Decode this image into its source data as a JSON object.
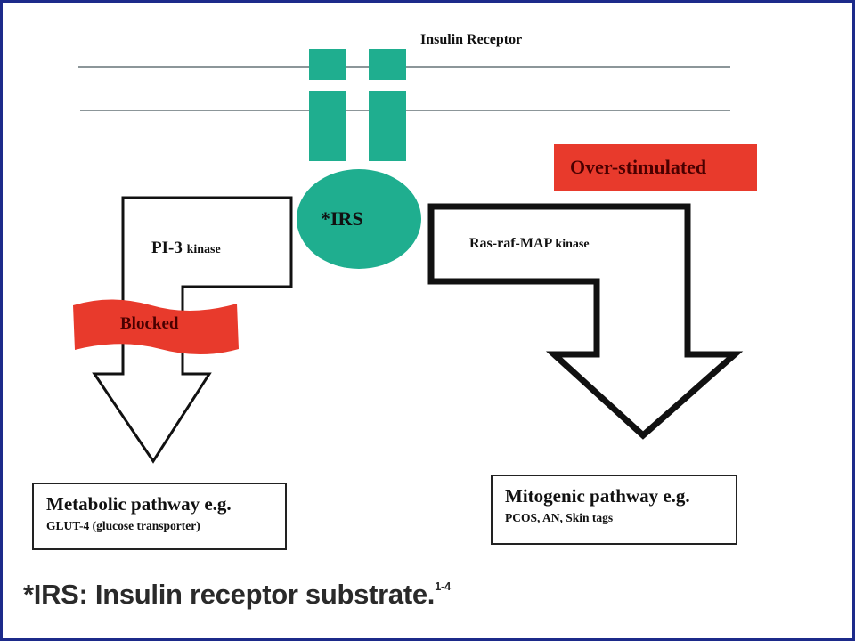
{
  "diagram": {
    "receptor_label": "Insulin Receptor",
    "irs_label": "*IRS",
    "left_pathway": {
      "label_main": "PI-3 ",
      "label_small": "kinase",
      "block_label": "Blocked"
    },
    "right_pathway": {
      "label_main": "Ras-raf-MAP ",
      "label_small": "kinase",
      "stimulus_label": "Over-stimulated"
    },
    "metabolic_box": {
      "title": "Metabolic pathway e.g.",
      "detail": "GLUT-4 (glucose transporter)"
    },
    "mitogenic_box": {
      "title": "Mitogenic pathway e.g.",
      "detail": "PCOS, AN, Skin tags"
    },
    "footnote": {
      "text": "*IRS: Insulin receptor substrate.",
      "superscript": "1-4"
    }
  },
  "colors": {
    "receptor": "#1fae8f",
    "alert_red": "#e83a2c",
    "frame": "#1c2a8a",
    "membrane_line": "#8c9699"
  },
  "icons": [
    "insulin-receptor-icon",
    "arrow-down-icon"
  ]
}
